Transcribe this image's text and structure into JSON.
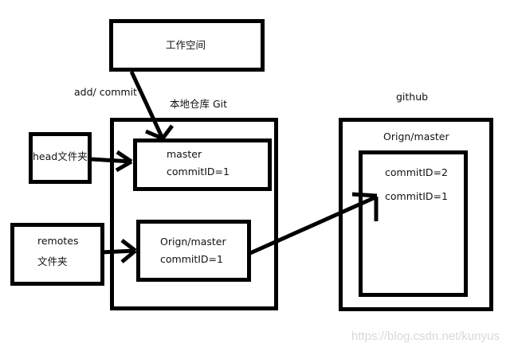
{
  "workspace": {
    "label": "工作空间"
  },
  "edge_label": "add/ commit",
  "local_repo": {
    "title": "本地仓库 Git",
    "master": {
      "name": "master",
      "commit": "commitID=1"
    },
    "origin_master": {
      "name": "Orign/master",
      "commit": "commitID=1"
    }
  },
  "head_folder": {
    "label": "head文件夹"
  },
  "remotes_folder": {
    "line1": "remotes",
    "line2": "文件夹"
  },
  "github": {
    "title": "github",
    "branch": "Orign/master",
    "commits": [
      "commitID=2",
      "commitID=1"
    ]
  },
  "watermark": "https://blog.csdn.net/kunyus"
}
